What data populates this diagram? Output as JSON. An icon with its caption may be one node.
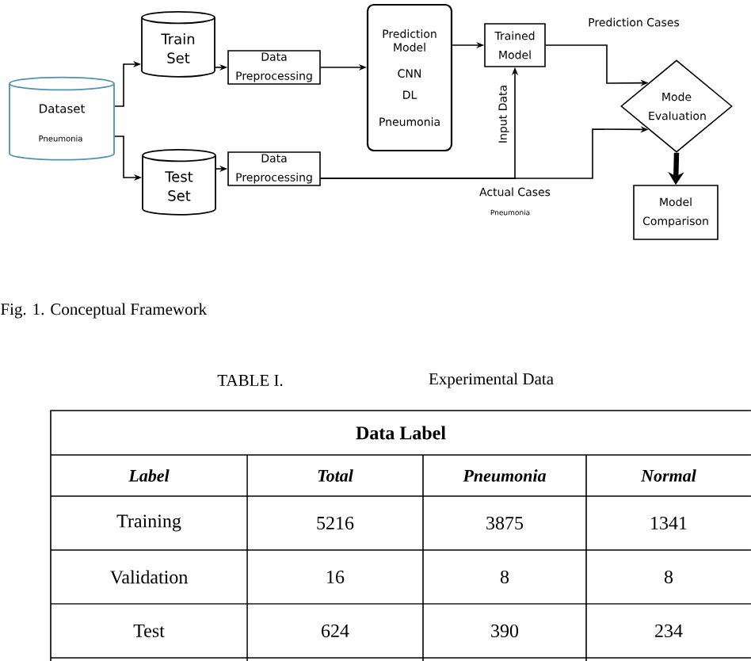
{
  "diagram": {
    "caption": "Fig. 1. Conceptual Framework",
    "nodes": [
      {
        "text": [
          "Dataset",
          "Pneumonia"
        ]
      },
      {
        "text": [
          "Train Set"
        ]
      },
      {
        "text": [
          "Data Preprocessing"
        ]
      },
      {
        "text": [
          "Test Set"
        ]
      },
      {
        "text": [
          "Data Preprocessing"
        ]
      },
      {
        "text": [
          "Prediction Model",
          "CNN",
          "DL",
          "Pneumonia"
        ]
      },
      {
        "text": [
          "Trained Model"
        ]
      },
      {
        "text": [
          "Mode Evaluation"
        ]
      },
      {
        "text": [
          "Model Comparison"
        ]
      }
    ],
    "edges": [
      {
        "from": 0,
        "to": 1,
        "arrow": "to"
      },
      {
        "from": 0,
        "to": 3,
        "arrow": "to"
      },
      {
        "from": 1,
        "to": 2,
        "arrow": "to"
      },
      {
        "from": 3,
        "to": 4,
        "arrow": "to"
      },
      {
        "from": 2,
        "to": 5,
        "arrow": "to"
      },
      {
        "from": 5,
        "to": 6,
        "arrow": "to"
      },
      {
        "from": 4,
        "to": 6,
        "arrow": "to",
        "label": "Input Data"
      },
      {
        "from": 6,
        "to": 7,
        "arrow": "to",
        "label": "Prediction Cases"
      },
      {
        "from": 4,
        "to": 7,
        "arrow": "to",
        "label": "Actual Cases"
      },
      {
        "from": 7,
        "to": 8,
        "arrow": "to",
        "style": "thick"
      }
    ],
    "labels": [
      "Pneumonia",
      "TABLE I.",
      "Experimental Data",
      "Data Label",
      "Label",
      "Total",
      "Pneumonia",
      "Normal",
      "Training",
      "5216",
      "3875",
      "1341",
      "Validation",
      "16",
      "8",
      "8",
      "Test",
      "624",
      "390",
      "234"
    ]
  }
}
